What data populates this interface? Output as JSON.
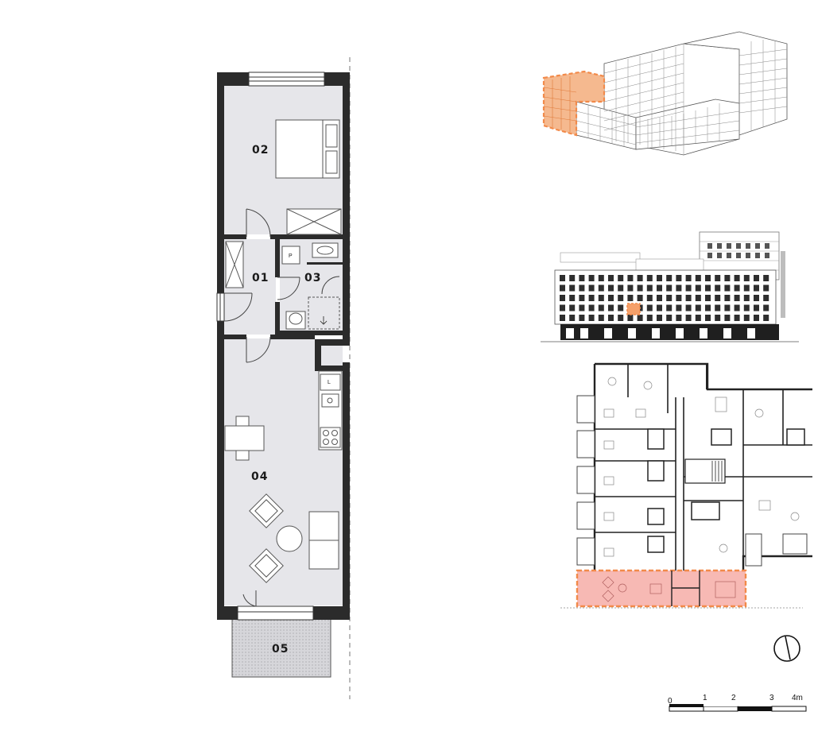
{
  "rooms": {
    "r01": "01",
    "r02": "02",
    "r03": "03",
    "r04": "04",
    "r05": "05"
  },
  "fixtures": {
    "p_label": "P",
    "l_label": "L"
  },
  "scale_bar": {
    "ticks": [
      "0",
      "1",
      "2",
      "3",
      "4m"
    ]
  },
  "colors": {
    "floor": "#e6e6ea",
    "wall": "#2b2b2b",
    "highlight": "#f28a4a",
    "highlight_fill": "#f7b9b4",
    "balcony": "#d7d7db"
  },
  "icons": [
    "north-arrow-icon",
    "building-axonometric-icon",
    "facade-elevation-icon",
    "floor-key-plan-icon"
  ]
}
